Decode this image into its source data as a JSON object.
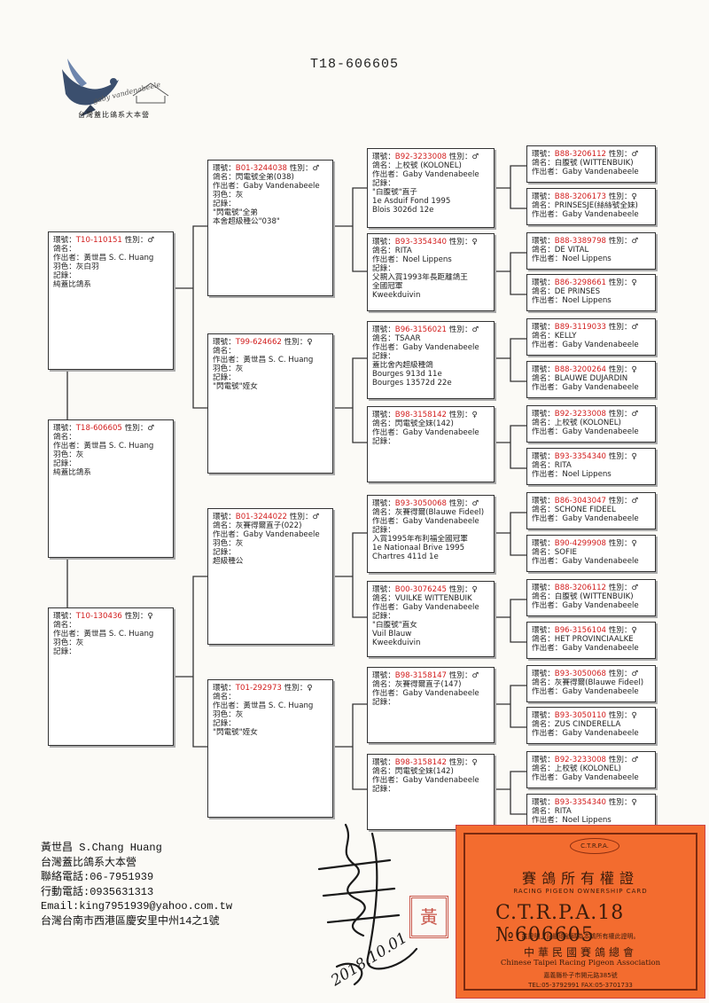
{
  "header": {
    "title": "T18-606605"
  },
  "logo": {
    "name": "gaby vandenabeele",
    "org": "台灣蓋比鴿系大本營"
  },
  "labels": {
    "ring": "環號：",
    "sex": "性別：",
    "name": "鴿名：",
    "breeder": "作出者：",
    "color": "羽色：",
    "record": "記錄："
  },
  "pigeons": {
    "p0": {
      "ring": "T18-606605",
      "sex": "♂",
      "name": "",
      "breeder": "黃世昌 S. C. Huang",
      "color": "灰",
      "notes": [
        "純蓋比鴿系"
      ]
    },
    "p1": {
      "ring": "T10-110151",
      "sex": "♂",
      "name": "",
      "breeder": "黃世昌 S. C. Huang",
      "color": "灰白羽",
      "notes": [
        "純蓋比鴿系"
      ]
    },
    "p2": {
      "ring": "T10-130436",
      "sex": "♀",
      "name": "",
      "breeder": "黃世昌 S. C. Huang",
      "color": "灰",
      "notes": []
    },
    "p11": {
      "ring": "B01-3244038",
      "sex": "♂",
      "name": "閃電號全弟(038)",
      "breeder": "Gaby Vandenabeele",
      "color": "灰",
      "notes": [
        "\"閃電號\"全弟",
        "本舍超級種公\"038\""
      ]
    },
    "p12": {
      "ring": "T99-624662",
      "sex": "♀",
      "name": "",
      "breeder": "黃世昌 S. C. Huang",
      "color": "灰",
      "notes": [
        "\"閃電號\"姪女"
      ]
    },
    "p21": {
      "ring": "B01-3244022",
      "sex": "♂",
      "name": "灰賽得爾直子(022)",
      "breeder": "Gaby Vandenabeele",
      "color": "灰",
      "notes": [
        "超級種公"
      ]
    },
    "p22": {
      "ring": "T01-292973",
      "sex": "♀",
      "name": "",
      "breeder": "黃世昌 S. C. Huang",
      "color": "灰",
      "notes": [
        "\"閃電號\"姪女"
      ]
    },
    "g1": {
      "ring": "B92-3233008",
      "sex": "♂",
      "name": "上校號 (KOLONEL)",
      "breeder": "Gaby Vandenabeele",
      "notes": [
        "\"白腹號\"直子",
        "1e Asduif Fond 1995",
        "Blois 3026d 12e"
      ]
    },
    "g2": {
      "ring": "B93-3354340",
      "sex": "♀",
      "name": "RITA",
      "breeder": "Noel Lippens",
      "notes": [
        "父親入賞1993年長距離鴿王",
        "全國冠軍",
        "Kweekduivin"
      ]
    },
    "g3": {
      "ring": "B96-3156021",
      "sex": "♂",
      "name": "TSAAR",
      "breeder": "Gaby Vandenabeele",
      "notes": [
        "蓋比舍內超級種鴿",
        "Bourges 913d 11e",
        "Bourges 13572d 22e"
      ]
    },
    "g4": {
      "ring": "B98-3158142",
      "sex": "♀",
      "name": "閃電號全妹(142)",
      "breeder": "Gaby Vandenabeele",
      "notes": []
    },
    "g5": {
      "ring": "B93-3050068",
      "sex": "♂",
      "name": "灰賽得爾(Blauwe Fideel)",
      "breeder": "Gaby Vandenabeele",
      "notes": [
        "入賞1995年布利福全國冠軍",
        "1e Nationaal Brive 1995",
        "Chartres 411d 1e"
      ]
    },
    "g6": {
      "ring": "B00-3076245",
      "sex": "♀",
      "name": "VUILKE WITTENBUIK",
      "breeder": "Gaby Vandenabeele",
      "notes": [
        "\"白腹號\"直女",
        "Vuil Blauw",
        "Kweekduivin"
      ]
    },
    "g7": {
      "ring": "B98-3158147",
      "sex": "♂",
      "name": "灰賽得爾直子(147)",
      "breeder": "Gaby Vandenabeele",
      "notes": []
    },
    "g8": {
      "ring": "B98-3158142",
      "sex": "♀",
      "name": "閃電號全妹(142)",
      "breeder": "Gaby Vandenabeele",
      "notes": []
    },
    "gg": [
      {
        "ring": "B88-3206112",
        "sex": "♂",
        "name": "白腹號 (WITTENBUIK)",
        "breeder": "Gaby Vandenabeele"
      },
      {
        "ring": "B88-3206173",
        "sex": "♀",
        "name": "PRINSESJE(絲絲號全妹)",
        "breeder": "Gaby Vandenabeele"
      },
      {
        "ring": "B88-3389798",
        "sex": "♂",
        "name": "DE VITAL",
        "breeder": "Noel Lippens"
      },
      {
        "ring": "B86-3298661",
        "sex": "♀",
        "name": "DE PRINSES",
        "breeder": "Noel Lippens"
      },
      {
        "ring": "B89-3119033",
        "sex": "♂",
        "name": "KELLY",
        "breeder": "Gaby Vandenabeele"
      },
      {
        "ring": "B88-3200264",
        "sex": "♀",
        "name": "BLAUWE DUJARDIN",
        "breeder": "Gaby Vandenabeele"
      },
      {
        "ring": "B92-3233008",
        "sex": "♂",
        "name": "上校號 (KOLONEL)",
        "breeder": "Gaby Vandenabeele"
      },
      {
        "ring": "B93-3354340",
        "sex": "♀",
        "name": "RITA",
        "breeder": "Noel Lippens"
      },
      {
        "ring": "B86-3043047",
        "sex": "♂",
        "name": "SCHONE FIDEEL",
        "breeder": "Gaby Vandenabeele"
      },
      {
        "ring": "B90-4299908",
        "sex": "♀",
        "name": "SOFIE",
        "breeder": "Gaby Vandenabeele"
      },
      {
        "ring": "B88-3206112",
        "sex": "♂",
        "name": "白腹號 (WITTENBUIK)",
        "breeder": "Gaby Vandenabeele"
      },
      {
        "ring": "B96-3156104",
        "sex": "♀",
        "name": "HET PROVINCIAALKE",
        "breeder": "Gaby Vandenabeele"
      },
      {
        "ring": "B93-3050068",
        "sex": "♂",
        "name": "灰賽得爾(Blauwe Fideel)",
        "breeder": "Gaby Vandenabeele"
      },
      {
        "ring": "B93-3050110",
        "sex": "♀",
        "name": "ZUS CINDERELLA",
        "breeder": "Gaby Vandenabeele"
      },
      {
        "ring": "B92-3233008",
        "sex": "♂",
        "name": "上校號 (KOLONEL)",
        "breeder": "Gaby Vandenabeele"
      },
      {
        "ring": "B93-3354340",
        "sex": "♀",
        "name": "RITA",
        "breeder": "Noel Lippens"
      }
    ]
  },
  "contact": {
    "line1": "黃世昌 S.Chang Huang",
    "line2": "台灣蓋比鴿系大本營",
    "line3": "聯絡電話:06-7951939",
    "line4": "行動電話:0935631313",
    "line5": "Email:king7951939@yahoo.com.tw",
    "line6": "台灣台南市西港區慶安里中州14之1號"
  },
  "card": {
    "seal": "C.T.R.P.A.",
    "title": "賽鴿所有權證",
    "subtitle": "RACING PIGEON OWNERSHIP CARD",
    "number": "C.T.R.P.A.18 №606605",
    "cert": "茲證明上記腳環號碼為本鴿所有權此證明。",
    "assoc_zh": "中華民國賽鴿總會",
    "assoc_en": "Chinese Taipei Racing Pigeon Association",
    "address": "嘉義縣朴子市開元路385號",
    "tel": "TEL:05-3792991   FAX:05-3701733"
  },
  "stamp": {
    "text": "黃"
  },
  "signature": {
    "date": "2018.10.01"
  },
  "colors": {
    "ring_red": "#d21d1d",
    "card_orange": "#f36c2f"
  }
}
